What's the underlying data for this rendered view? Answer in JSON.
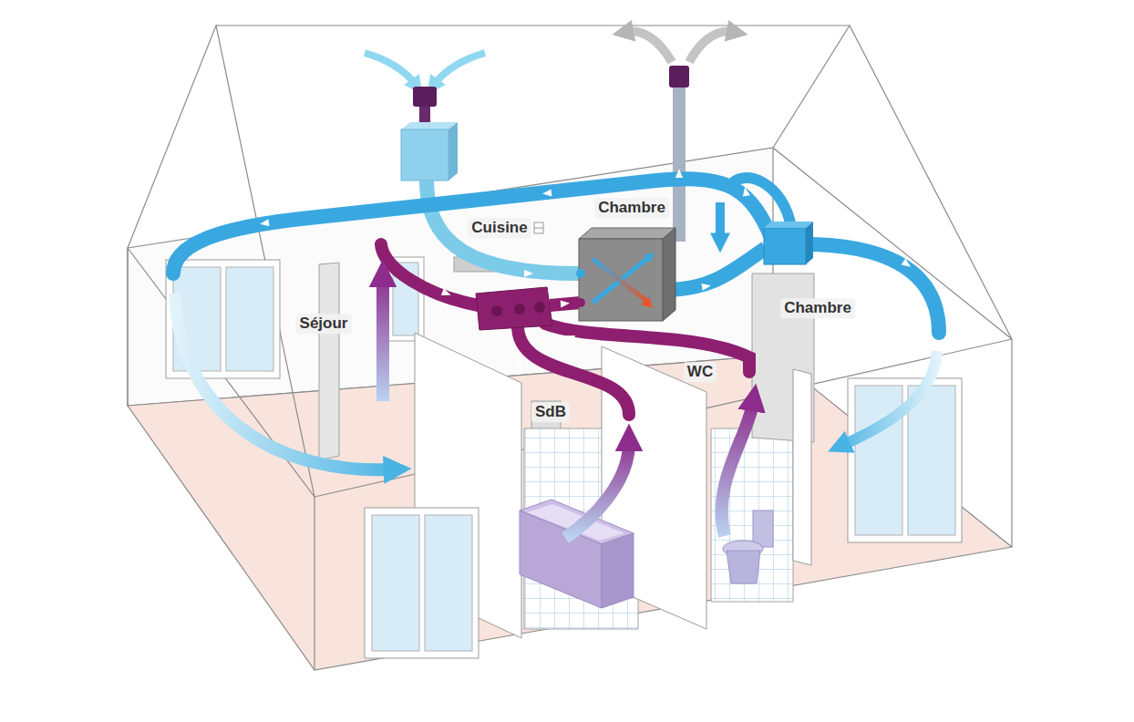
{
  "diagram": {
    "labels": [
      "Cuisine",
      "Chambre",
      "Séjour",
      "Chambre",
      "SdB",
      "WC"
    ]
  }
}
